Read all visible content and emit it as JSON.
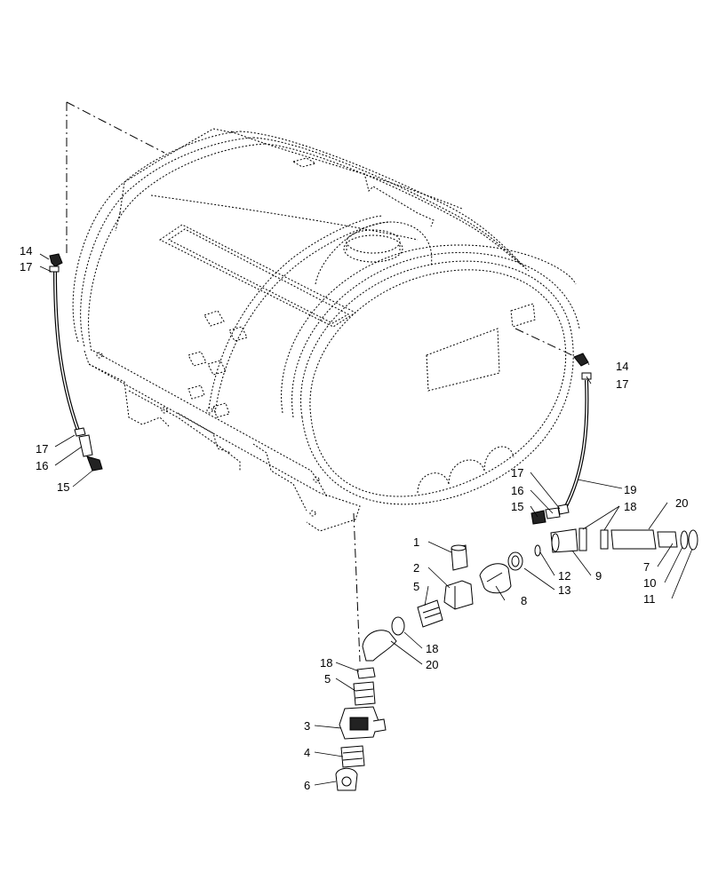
{
  "callouts": {
    "c14a": "14",
    "c17a": "17",
    "c17b": "17",
    "c16a": "16",
    "c15a": "15",
    "c14b": "14",
    "c17c": "17",
    "c19": "19",
    "c17d": "17",
    "c16b": "16",
    "c15b": "15",
    "c18a": "18",
    "c20a": "20",
    "c1": "1",
    "c2": "2",
    "c5a": "5",
    "c8": "8",
    "c12": "12",
    "c13": "13",
    "c9": "9",
    "c7": "7",
    "c10": "10",
    "c11": "11",
    "c18b": "18",
    "c20b": "20",
    "c18c": "18",
    "c5b": "5",
    "c3": "3",
    "c4": "4",
    "c6": "6"
  }
}
